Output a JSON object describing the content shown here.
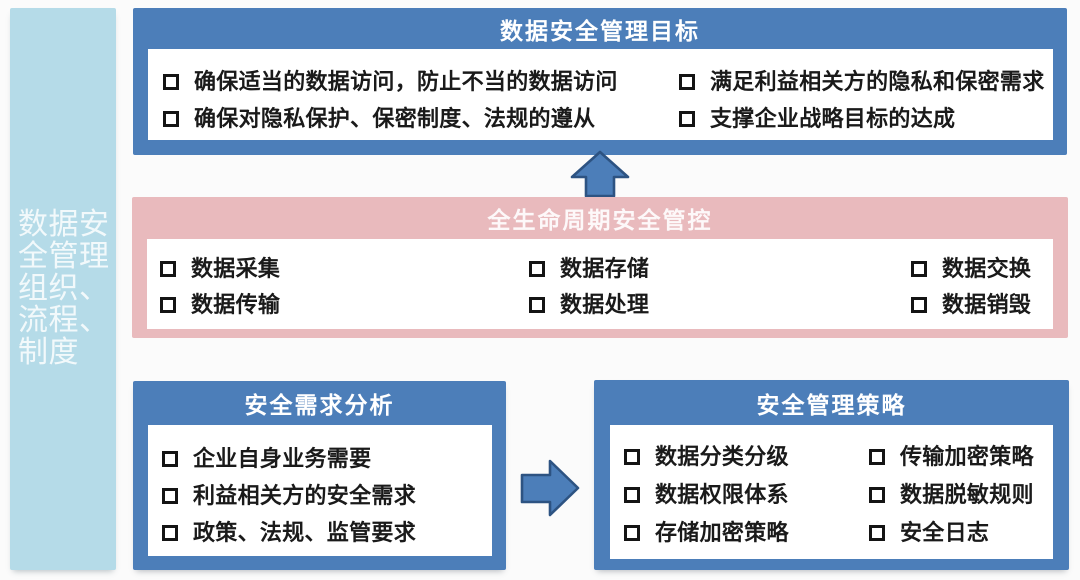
{
  "colors": {
    "page_bg": "#fbfbfb",
    "box_blue": "#4c7eb9",
    "pink": "#e9babd",
    "sidebar_blue": "#b5dbe8",
    "arrow_fill": "#4c7eb9",
    "arrow_border": "#2d5382",
    "text_dark": "#1a1a1a",
    "title_white": "#ffffff"
  },
  "sidebar": {
    "label": "数据安\n全管理\n组织、\n流程、\n制度"
  },
  "goal_box": {
    "title": "数据安全管理目标",
    "columns": [
      {
        "items": [
          {
            "text": "确保适当的数据访问，防止不当的数据访问"
          },
          {
            "text": "确保对隐私保护、保密制度、法规的遵从"
          }
        ]
      },
      {
        "items": [
          {
            "text": "满足利益相关方的隐私和保密需求"
          },
          {
            "text": "支撑企业战略目标的达成"
          }
        ]
      }
    ]
  },
  "lifecycle_box": {
    "title": "全生命周期安全管控",
    "columns": [
      {
        "items": [
          {
            "text": "数据采集"
          },
          {
            "text": "数据传输"
          }
        ]
      },
      {
        "items": [
          {
            "text": "数据存储"
          },
          {
            "text": "数据处理"
          }
        ]
      },
      {
        "items": [
          {
            "text": "数据交换"
          },
          {
            "text": "数据销毁"
          }
        ]
      }
    ]
  },
  "needs_box": {
    "title": "安全需求分析",
    "items": [
      {
        "text": "企业自身业务需要"
      },
      {
        "text": "利益相关方的安全需求"
      },
      {
        "text": "政策、法规、监管要求"
      }
    ]
  },
  "strategy_box": {
    "title": "安全管理策略",
    "columns": [
      {
        "items": [
          {
            "text": "数据分类分级"
          },
          {
            "text": "数据权限体系"
          },
          {
            "text": "存储加密策略"
          }
        ]
      },
      {
        "items": [
          {
            "text": "传输加密策略"
          },
          {
            "text": "数据脱敏规则"
          },
          {
            "text": "安全日志"
          }
        ]
      }
    ]
  }
}
